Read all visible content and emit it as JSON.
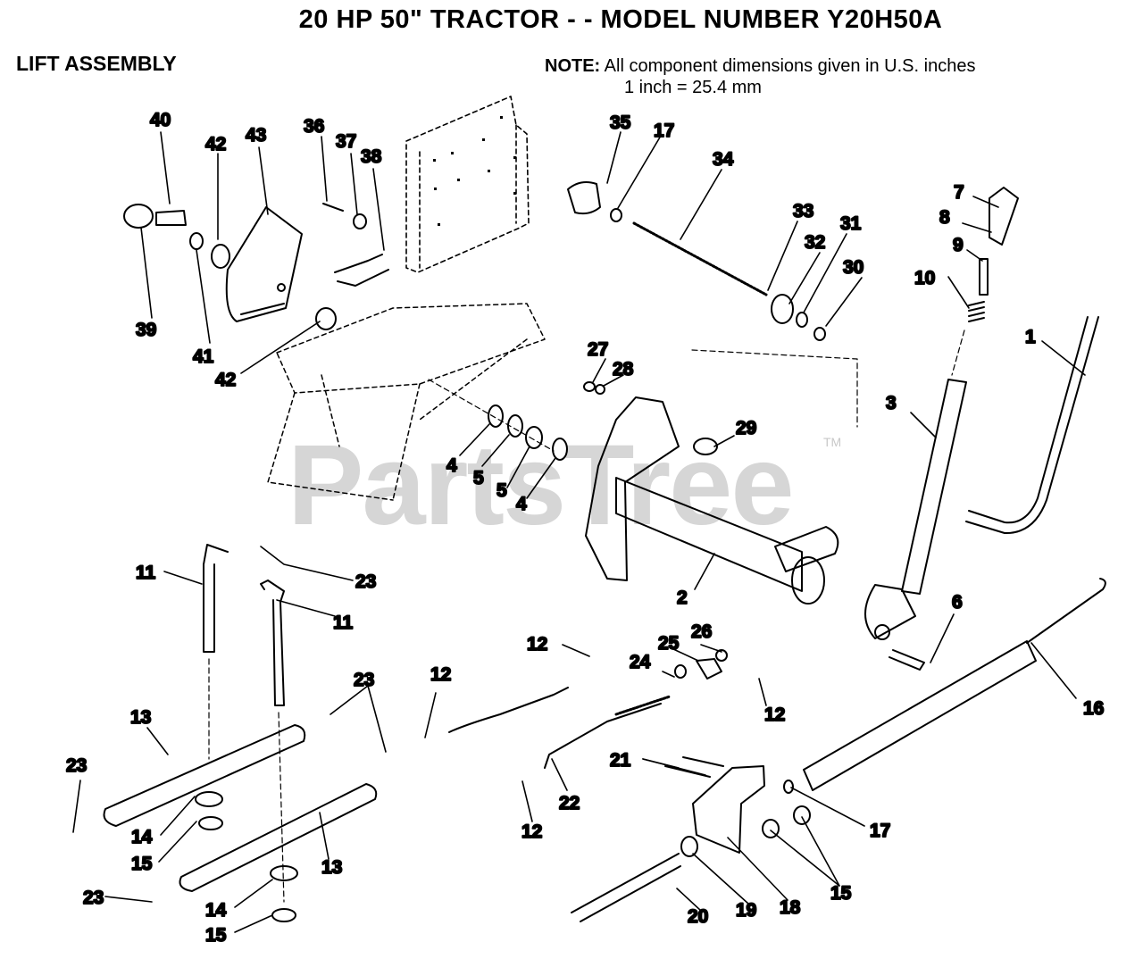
{
  "header": {
    "title": "20 HP 50\" TRACTOR - - MODEL NUMBER Y20H50A",
    "section": "LIFT ASSEMBLY",
    "note_label": "NOTE:",
    "note_line1": "All component dimensions given in U.S. inches",
    "note_line2": "1 inch = 25.4 mm"
  },
  "watermark": {
    "text": "PartsTree",
    "trademark": "TM"
  },
  "callouts": [
    {
      "label": "40",
      "part": "hole-plug-40"
    },
    {
      "label": "42",
      "part": "washer-42"
    },
    {
      "label": "43",
      "part": "plate-43"
    },
    {
      "label": "36",
      "part": "screw-36"
    },
    {
      "label": "37",
      "part": "washer-37"
    },
    {
      "label": "38",
      "part": "spring-clip-38"
    },
    {
      "label": "35",
      "part": "knob-35"
    },
    {
      "label": "17",
      "part": "washer-17"
    },
    {
      "label": "34",
      "part": "threaded-rod-34"
    },
    {
      "label": "33",
      "part": "spring-33"
    },
    {
      "label": "32",
      "part": "spring-32"
    },
    {
      "label": "31",
      "part": "washer-31"
    },
    {
      "label": "30",
      "part": "nut-30"
    },
    {
      "label": "7",
      "part": "grip-7"
    },
    {
      "label": "8",
      "part": "rod-8"
    },
    {
      "label": "9",
      "part": "tube-9"
    },
    {
      "label": "10",
      "part": "spring-10"
    },
    {
      "label": "1",
      "part": "rod-1"
    },
    {
      "label": "3",
      "part": "lift-handle-3"
    },
    {
      "label": "39",
      "part": "cap-39"
    },
    {
      "label": "41",
      "part": "washer-41"
    },
    {
      "label": "42",
      "part": "washer-42"
    },
    {
      "label": "27",
      "part": "clip-27"
    },
    {
      "label": "28",
      "part": "ring-28"
    },
    {
      "label": "29",
      "part": "pin-29"
    },
    {
      "label": "4",
      "part": "washer-4"
    },
    {
      "label": "5",
      "part": "bushing-5"
    },
    {
      "label": "5",
      "part": "bushing-5"
    },
    {
      "label": "4",
      "part": "washer-4"
    },
    {
      "label": "2",
      "part": "lift-shaft-2"
    },
    {
      "label": "6",
      "part": "bolt-6"
    },
    {
      "label": "11",
      "part": "link-11"
    },
    {
      "label": "23",
      "part": "cotter-pin-23"
    },
    {
      "label": "11",
      "part": "link-11"
    },
    {
      "label": "12",
      "part": "clip-12"
    },
    {
      "label": "25",
      "part": "ferrule-25"
    },
    {
      "label": "26",
      "part": "nut-26"
    },
    {
      "label": "24",
      "part": "washer-24"
    },
    {
      "label": "12",
      "part": "clip-12"
    },
    {
      "label": "12",
      "part": "clip-12"
    },
    {
      "label": "16",
      "part": "spring-16"
    },
    {
      "label": "23",
      "part": "cotter-pin-23"
    },
    {
      "label": "13",
      "part": "lift-link-13"
    },
    {
      "label": "23",
      "part": "cotter-pin-23"
    },
    {
      "label": "21",
      "part": "bolt-21"
    },
    {
      "label": "14",
      "part": "washer-14"
    },
    {
      "label": "15",
      "part": "nut-15"
    },
    {
      "label": "13",
      "part": "lift-link-13"
    },
    {
      "label": "22",
      "part": "rod-22"
    },
    {
      "label": "12",
      "part": "clip-12"
    },
    {
      "label": "17",
      "part": "washer-17"
    },
    {
      "label": "15",
      "part": "nut-15"
    },
    {
      "label": "23",
      "part": "cotter-pin-23"
    },
    {
      "label": "14",
      "part": "washer-14"
    },
    {
      "label": "15",
      "part": "nut-15"
    },
    {
      "label": "20",
      "part": "bolt-20"
    },
    {
      "label": "19",
      "part": "washer-19"
    },
    {
      "label": "18",
      "part": "bracket-18"
    }
  ]
}
